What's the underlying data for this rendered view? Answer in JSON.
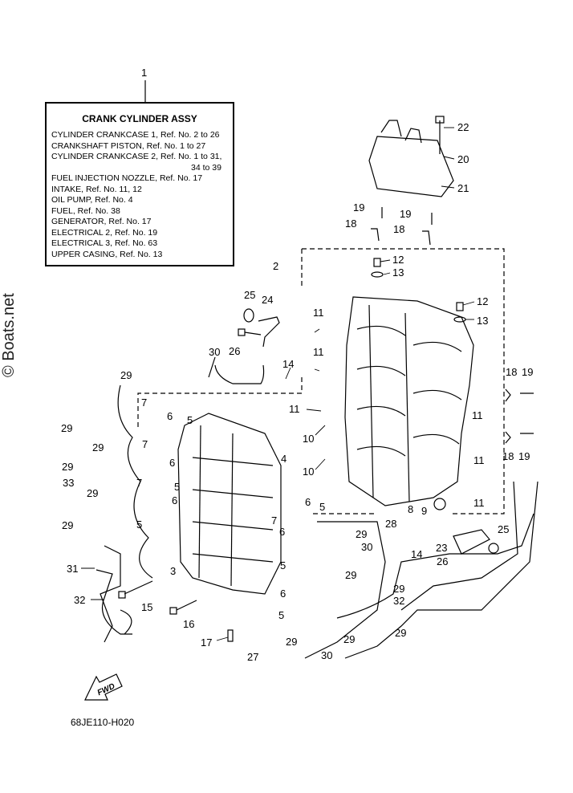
{
  "assembly_box": {
    "title": "CRANK CYLINDER ASSY",
    "lines": [
      "CYLINDER CRANKCASE 1,  Ref. No. 2 to 26",
      "CRANKSHAFT PISTON,  Ref. No. 1 to 27",
      "CYLINDER CRANKCASE 2,  Ref. No. 1 to 31,",
      "34 to 39",
      "FUEL INJECTION NOZZLE,  Ref. No. 17",
      "INTAKE,  Ref. No. 11, 12",
      "OIL PUMP,  Ref. No. 4",
      "FUEL,  Ref. No. 38",
      "GENERATOR,  Ref. No. 17",
      "ELECTRICAL 2,  Ref. No. 19",
      "ELECTRICAL 3,  Ref. No. 63",
      "UPPER CASING,  Ref. No. 13"
    ]
  },
  "callouts": {
    "c1": "1",
    "c2": "2",
    "c3": "3",
    "c4": "4",
    "c5": "5",
    "c6": "6",
    "c7": "7",
    "c8": "8",
    "c9": "9",
    "c10": "10",
    "c11": "11",
    "c12": "12",
    "c13": "13",
    "c14": "14",
    "c15": "15",
    "c16": "16",
    "c17": "17",
    "c18": "18",
    "c19": "19",
    "c20": "20",
    "c21": "21",
    "c22": "22",
    "c23": "23",
    "c24": "24",
    "c25": "25",
    "c26": "26",
    "c27": "27",
    "c28": "28",
    "c29": "29",
    "c30": "30",
    "c31": "31",
    "c32": "32",
    "c33": "33"
  },
  "fwd_label": "FWD",
  "drawing_code": "68JE110-H020",
  "watermark": "© Boats.net",
  "colors": {
    "ink": "#000000",
    "background": "#ffffff"
  }
}
